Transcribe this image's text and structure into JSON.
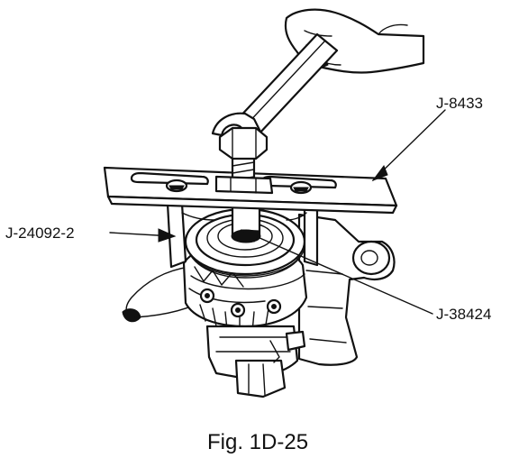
{
  "figure": {
    "caption": "Fig. 1D-25",
    "labels": {
      "puller_bar": "J-8433",
      "legs": "J-24092-2",
      "pilot": "J-38424"
    }
  },
  "icons": [
    "hand-icon",
    "wrench-icon",
    "compressor-icon"
  ]
}
